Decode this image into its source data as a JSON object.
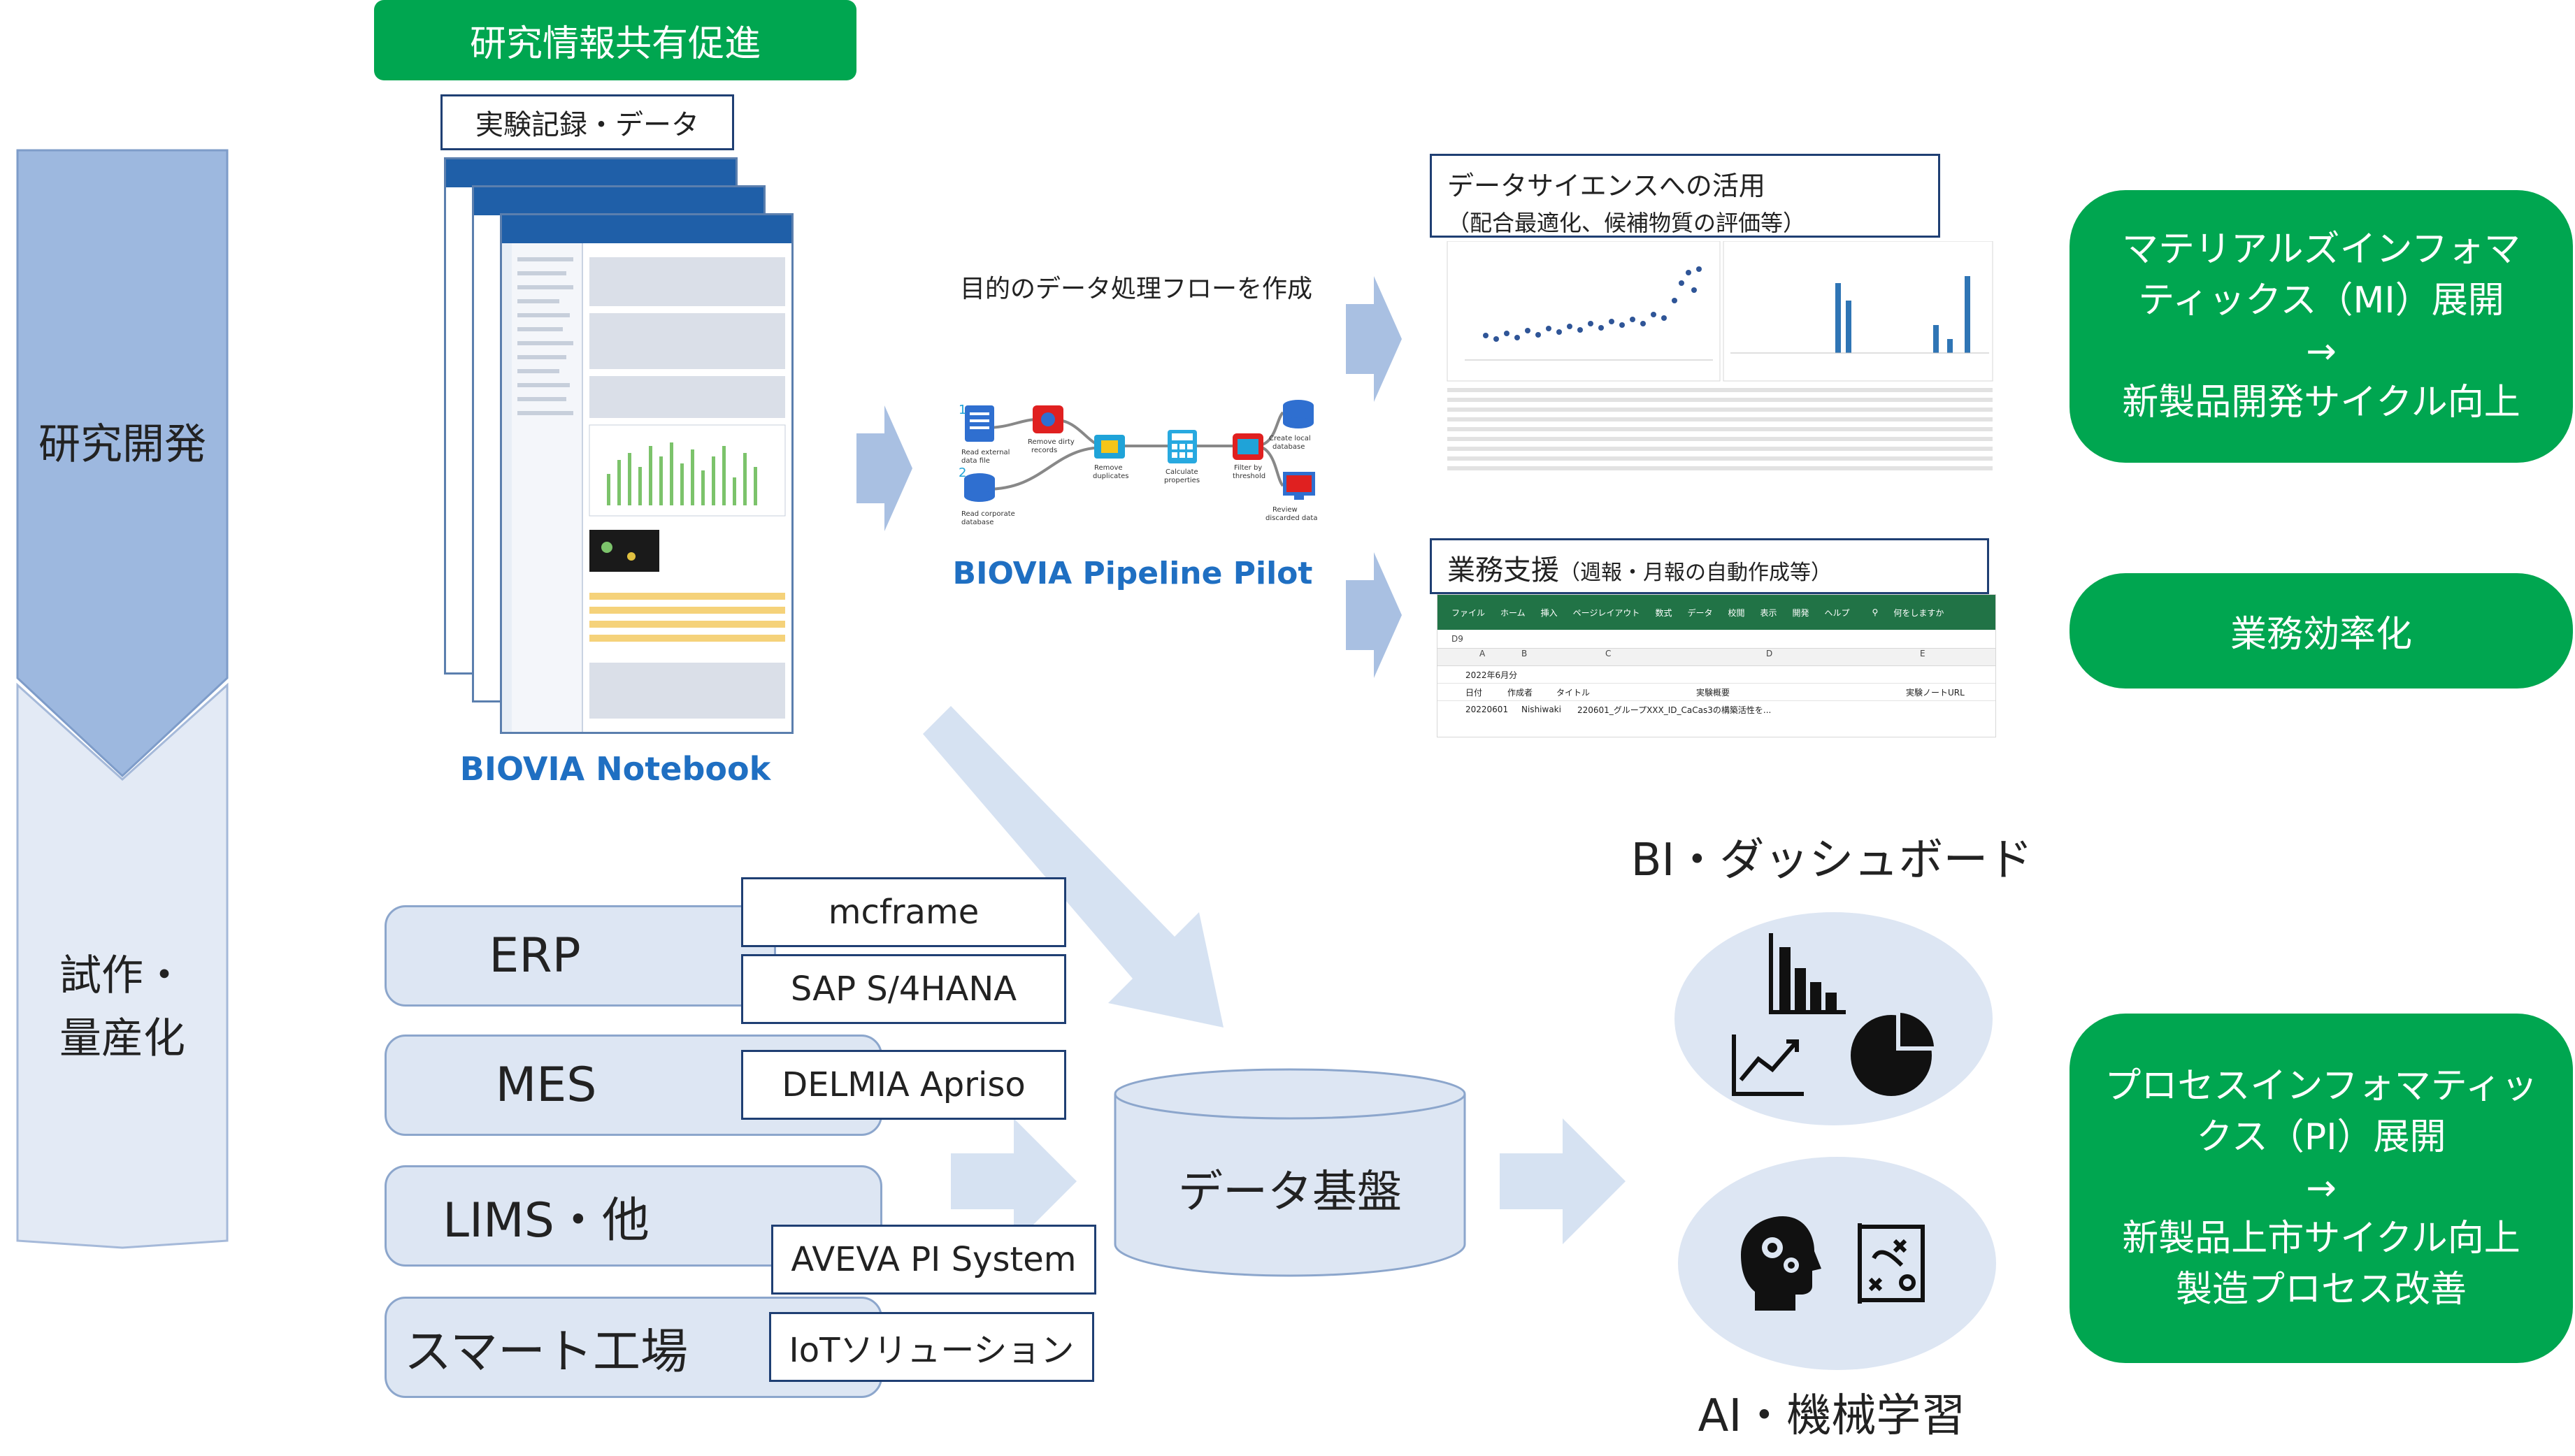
{
  "left_band": {
    "rnd": "研究開発",
    "trial_line1": "試作・",
    "trial_line2": "量産化"
  },
  "top_tag": "研究情報共有促進",
  "notebook": {
    "caption": "実験記録・データ",
    "product": "BIOVIA Notebook"
  },
  "pipeline": {
    "caption": "目的のデータ処理フローを作成",
    "product": "BIOVIA Pipeline Pilot",
    "nodes": [
      {
        "id": "1",
        "label1": "Read external",
        "label2": "data file"
      },
      {
        "id": "2",
        "label1": "Read corporate",
        "label2": "database"
      },
      {
        "id": "",
        "label1": "Remove dirty",
        "label2": "records"
      },
      {
        "id": "",
        "label1": "Remove",
        "label2": "duplicates"
      },
      {
        "id": "",
        "label1": "Calculate",
        "label2": "properties"
      },
      {
        "id": "",
        "label1": "Filter by",
        "label2": "threshold"
      },
      {
        "id": "",
        "label1": "Create local",
        "label2": "database"
      },
      {
        "id": "",
        "label1": "Review",
        "label2": "discarded data"
      }
    ]
  },
  "datascience": {
    "title": "データサイエンスへの活用",
    "subtitle": "（配合最適化、候補物質の評価等）"
  },
  "business": {
    "title": "業務支援",
    "subtitle": "（週報・月報の自動作成等）",
    "ribbon": [
      "ファイル",
      "ホーム",
      "挿入",
      "ページレイアウト",
      "数式",
      "データ",
      "校閲",
      "表示",
      "開発",
      "ヘルプ"
    ],
    "search": "何をしますか",
    "cell_ref": "D9",
    "cols": [
      "A",
      "B",
      "C",
      "D",
      "E"
    ],
    "row1": "2022年6月分",
    "row2": [
      "日付",
      "作成者",
      "タイトル",
      "実験概要",
      "実験ノートURL"
    ],
    "row3": [
      "20220601",
      "Nishiwaki",
      "220601_グループXXX_ID_CaCas3の構築活性を..."
    ]
  },
  "outcomes": {
    "mi_line1": "マテリアルズインフォマ",
    "mi_line2": "ティックス（MI）展開",
    "mi_arrow": "→",
    "mi_line3": "新製品開発サイクル向上",
    "efficiency": "業務効率化",
    "pi_line1": "プロセスインフォマティッ",
    "pi_line2": "クス（PI）展開",
    "pi_arrow": "→",
    "pi_line3": "新製品上市サイクル向上",
    "pi_line4": "製造プロセス改善"
  },
  "systems": {
    "erp": "ERP",
    "mes": "MES",
    "lims": "LIMS・他",
    "smart": "スマート工場",
    "mcframe": "mcframe",
    "sap": "SAP S/4HANA",
    "delmia": "DELMIA Apriso",
    "aveva": "AVEVA PI System",
    "iot": "IoTソリューション"
  },
  "data_platform": "データ基盤",
  "bi": "BI・ダッシュボード",
  "ai": "AI・機械学習",
  "colors": {
    "green": "#00A650",
    "band_top": "#9DB8DF",
    "band_bottom": "#E3EAF5",
    "arrow": "#A9C0E2",
    "pill": "#DDE6F3",
    "biovia_blue": "#1F6FC2",
    "excel_green": "#217346"
  }
}
